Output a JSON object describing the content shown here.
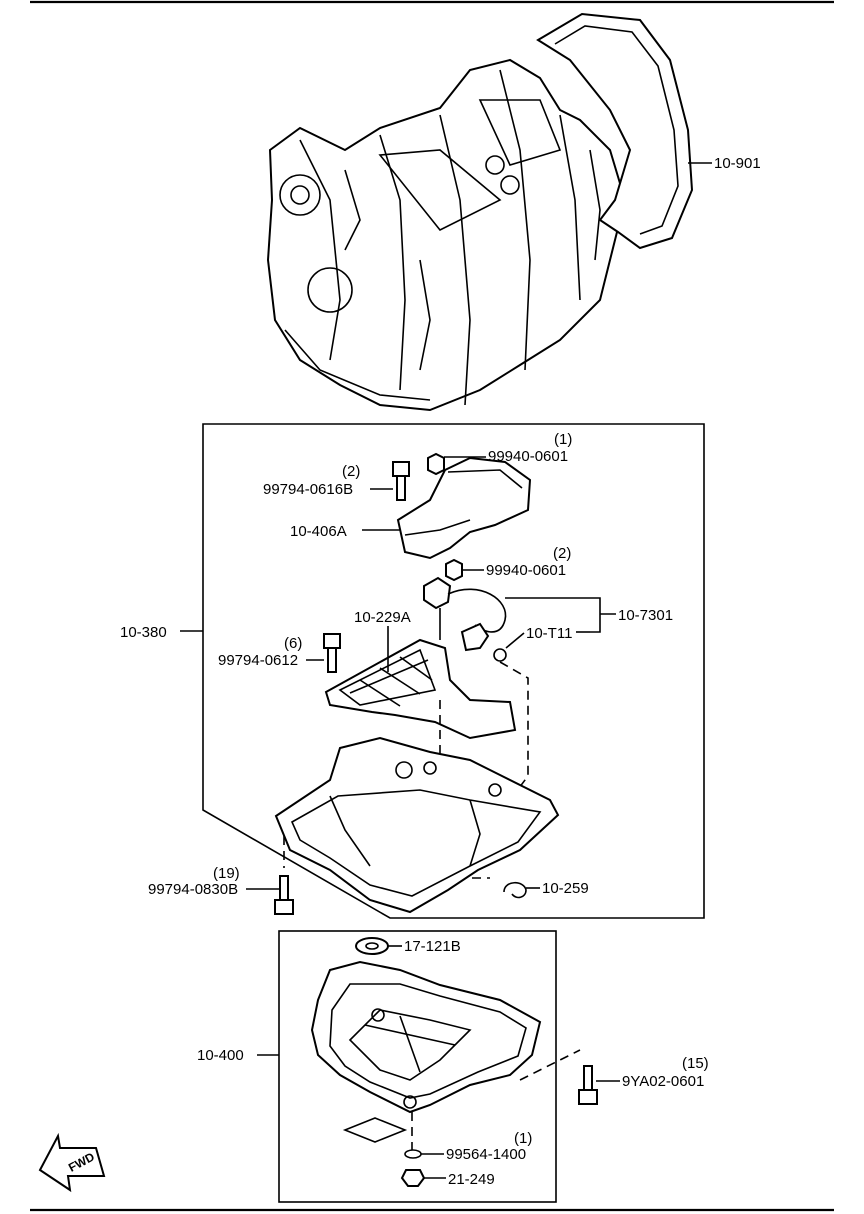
{
  "diagram": {
    "parts": [
      {
        "id": "p10901",
        "number": "10-901"
      },
      {
        "id": "p10380",
        "number": "10-380"
      },
      {
        "id": "p99940a",
        "number": "99940-0601",
        "qty": "(1)"
      },
      {
        "id": "p99794a",
        "number": "99794-0616B",
        "qty": "(2)"
      },
      {
        "id": "p10406A",
        "number": "10-406A"
      },
      {
        "id": "p99940b",
        "number": "99940-0601",
        "qty": "(2)"
      },
      {
        "id": "p107301",
        "number": "10-7301"
      },
      {
        "id": "p10229A",
        "number": "10-229A"
      },
      {
        "id": "p10T11",
        "number": "10-T11"
      },
      {
        "id": "p99794b",
        "number": "99794-0612",
        "qty": "(6)"
      },
      {
        "id": "p99794c",
        "number": "99794-0830B",
        "qty": "(19)"
      },
      {
        "id": "p10259",
        "number": "10-259"
      },
      {
        "id": "p17121B",
        "number": "17-121B"
      },
      {
        "id": "p10400",
        "number": "10-400"
      },
      {
        "id": "p9YA02",
        "number": "9YA02-0601",
        "qty": "(15)"
      },
      {
        "id": "p99564",
        "number": "99564-1400",
        "qty": "(1)"
      },
      {
        "id": "p21249",
        "number": "21-249"
      }
    ],
    "fwd_label": "FWD"
  }
}
